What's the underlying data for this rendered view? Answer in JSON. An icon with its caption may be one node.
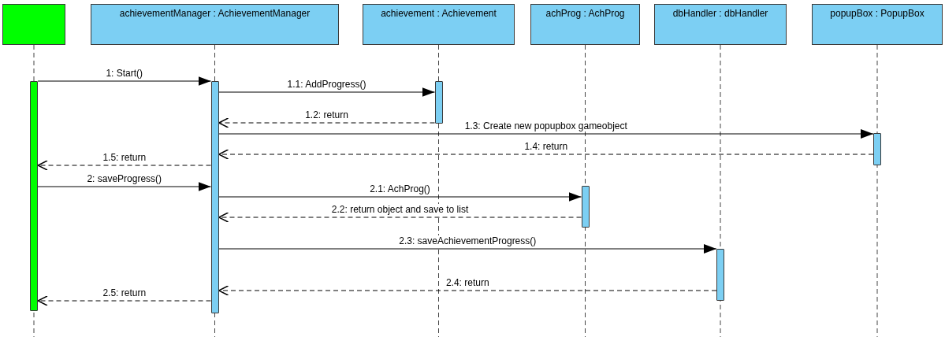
{
  "diagram": {
    "nodes": [
      {
        "text": [],
        "shape": "box"
      },
      {
        "text": [
          "achievementManager : AchievementManager"
        ]
      },
      {
        "text": [
          "achievement : Achievement"
        ]
      },
      {
        "text": [
          "achProg : AchProg"
        ]
      },
      {
        "text": [
          "dbHandler : dbHandler"
        ]
      },
      {
        "text": [
          "popupBox : PopupBox"
        ]
      },
      {
        "text": [],
        "shape": "bar"
      },
      {
        "text": [],
        "shape": "bar"
      },
      {
        "text": [],
        "shape": "bar"
      },
      {
        "text": [],
        "shape": "bar"
      },
      {
        "text": [],
        "shape": "bar"
      },
      {
        "text": [],
        "shape": "bar"
      }
    ],
    "edges": [
      {
        "from": 6,
        "to": 7,
        "arrow": "to",
        "label": "1: Start()"
      },
      {
        "from": 7,
        "to": 8,
        "arrow": "to",
        "label": "1.1: AddProgress()"
      },
      {
        "from": 8,
        "to": 7,
        "arrow": "to",
        "label": "1.2: return",
        "style": "dashed"
      },
      {
        "from": 7,
        "to": 11,
        "arrow": "to",
        "label": "1.3: Create new popupbox gameobject"
      },
      {
        "from": 11,
        "to": 7,
        "arrow": "to",
        "label": "1.4: return",
        "style": "dashed"
      },
      {
        "from": 7,
        "to": 6,
        "arrow": "to",
        "label": "1.5: return",
        "style": "dashed"
      },
      {
        "from": 6,
        "to": 7,
        "arrow": "to",
        "label": "2: saveProgress()"
      },
      {
        "from": 7,
        "to": 9,
        "arrow": "to",
        "label": "2.1: AchProg()"
      },
      {
        "from": 9,
        "to": 7,
        "arrow": "to",
        "label": "2.2: return object and save to list",
        "style": "dashed"
      },
      {
        "from": 7,
        "to": 10,
        "arrow": "to",
        "label": "2.3: saveAchievementProgress()"
      },
      {
        "from": 10,
        "to": 7,
        "arrow": "to",
        "label": "2.4: return",
        "style": "dashed"
      },
      {
        "from": 7,
        "to": 6,
        "arrow": "to",
        "label": "2.5: return",
        "style": "dashed"
      }
    ]
  }
}
